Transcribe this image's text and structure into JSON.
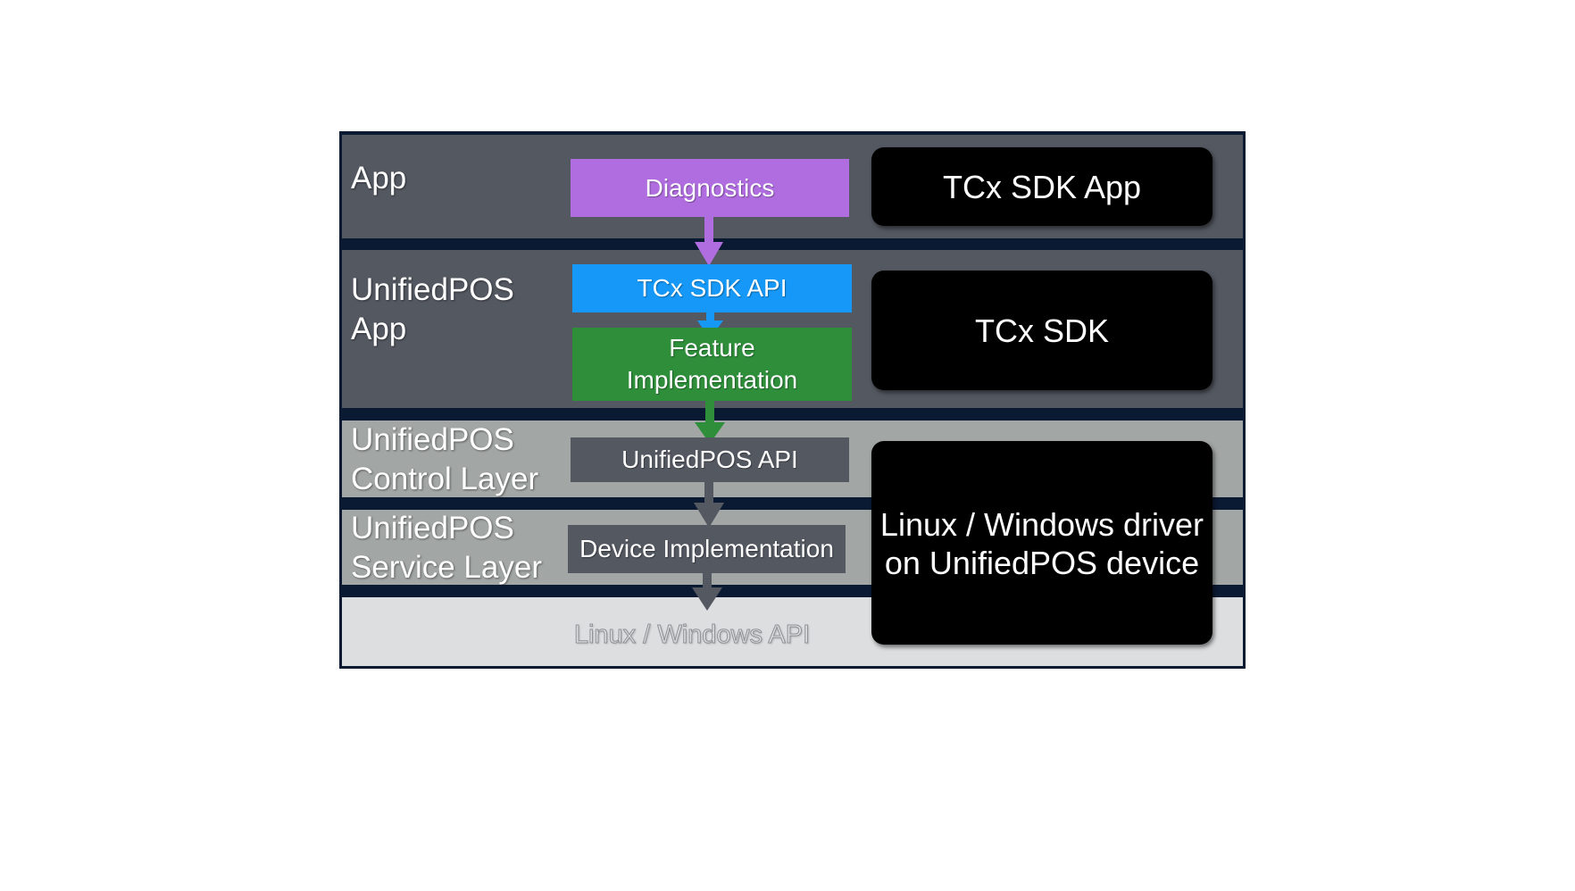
{
  "layers": {
    "app": "App",
    "unifiedpos_app": "UnifiedPOS\nApp",
    "control_layer": "UnifiedPOS\nControl Layer",
    "service_layer": "UnifiedPOS\nService Layer"
  },
  "stack": {
    "diagnostics": "Diagnostics",
    "tcx_sdk_api": "TCx SDK API",
    "feature_implementation": "Feature\nImplementation",
    "unifiedpos_api": "UnifiedPOS API",
    "device_implementation": "Device Implementation",
    "os_api": "Linux / Windows API"
  },
  "right_column": {
    "tcx_sdk_app": "TCx SDK App",
    "tcx_sdk": "TCx SDK",
    "driver": "Linux / Windows driver\non UnifiedPOS device"
  },
  "colors": {
    "frame": "#0b1a33",
    "dark_band": "#545861",
    "mid_band": "#a2a6a4",
    "light_band": "#dcdee0",
    "diagnostics": "#b06de0",
    "tcx_sdk_api": "#1598f7",
    "feature_implementation": "#2e8e3a",
    "api_box": "#545861",
    "sdk_box": "#000000"
  }
}
